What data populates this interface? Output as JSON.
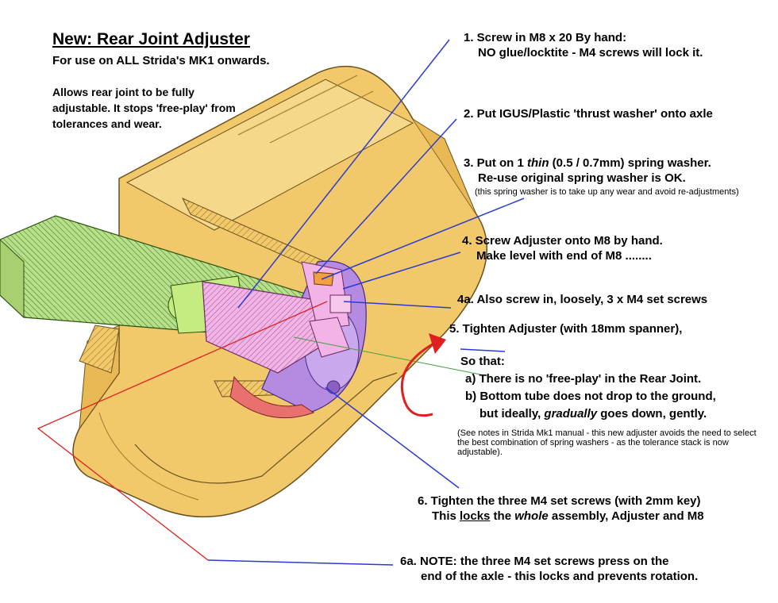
{
  "title": "New: Rear Joint Adjuster",
  "subtitle": "For use on ALL Strida's MK1 onwards.",
  "intro": "Allows rear joint to be fully adjustable. It stops 'free-play' from tolerances and wear.",
  "steps": {
    "s1": {
      "line1": "1. Screw in M8 x 20 By hand:",
      "line2": "NO glue/locktite - M4 screws will lock it."
    },
    "s2": {
      "line1": "2. Put IGUS/Plastic 'thrust washer' onto axle"
    },
    "s3": {
      "line1_a": "3. Put on 1 ",
      "line1_em": "thin",
      "line1_b": " (0.5 / 0.7mm) spring washer.",
      "line2": "Re-use original spring washer is OK.",
      "note": "(this spring washer is to take up any wear and avoid re-adjustments)"
    },
    "s4": {
      "line1": "4. Screw Adjuster onto M8 by hand.",
      "line2": "Make level with end of M8 ........"
    },
    "s4a": {
      "line1": "4a. Also screw in, loosely, 3 x M4 set screws"
    },
    "s5": {
      "line1": "5. Tighten Adjuster (with 18mm spanner),",
      "line2": "So that:",
      "a": "a) There is no 'free-play' in the Rear Joint.",
      "b1": "b) Bottom tube does not drop to the ground,",
      "b2_a": "but ideally, ",
      "b2_em": "gradually",
      "b2_b": " goes down, gently.",
      "note": "(See notes in Strida Mk1 manual - this new adjuster avoids the need to select the best combination of spring washers - as the tolerance stack is now adjustable)."
    },
    "s6": {
      "line1": "6. Tighten the three M4 set screws (with 2mm key)",
      "line2_a": "This ",
      "line2_u": "locks",
      "line2_b": " the ",
      "line2_em": "whole",
      "line2_c": " assembly, Adjuster and M8"
    },
    "s6a": {
      "line1": "6a. NOTE: the three M4 set screws press on the",
      "line2": "end of the axle - this locks and prevents rotation."
    }
  },
  "colors": {
    "tube": "#f2c96a",
    "tube_dark": "#c89a3c",
    "axle": "#b8e08a",
    "screw": "#f2b3e6",
    "adjuster": "#b48be0",
    "washer": "#e8706e",
    "leader_blue": "#2b3bd0",
    "leader_red": "#e02020"
  }
}
